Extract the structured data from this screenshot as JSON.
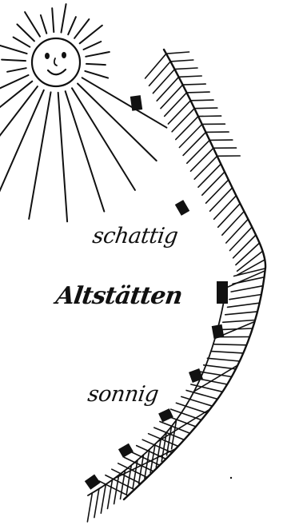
{
  "labels": {
    "shady": "schattig",
    "town": "Altstätten",
    "sunny": "sonnig"
  },
  "icons": [
    "sun-icon",
    "sun-face-icon",
    "mountain-ridge-icon",
    "house-icon"
  ],
  "colors": {
    "ink": "#111111",
    "paper": "#ffffff"
  }
}
